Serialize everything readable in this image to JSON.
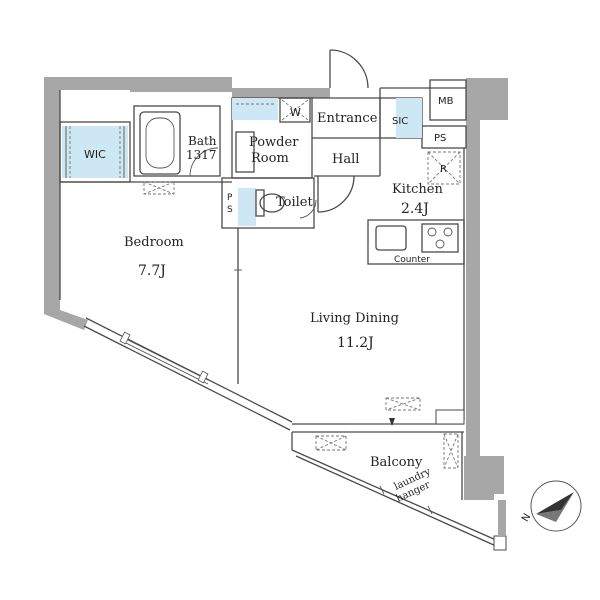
{
  "rooms": {
    "wic": "WIC",
    "bath": "Bath",
    "bath_size": "1317",
    "powder_room_1": "Powder",
    "powder_room_2": "Room",
    "washer": "W",
    "entrance": "Entrance",
    "sic": "SIC",
    "mb": "MB",
    "ps_top": "PS",
    "hall": "Hall",
    "ps_left_1": "P",
    "ps_left_2": "S",
    "toilet": "Toilet",
    "kitchen": "Kitchen",
    "kitchen_size": "2.4J",
    "refrigerator": "R",
    "counter": "Counter",
    "bedroom": "Bedroom",
    "bedroom_size": "7.7J",
    "living_dining": "Living Dining",
    "living_dining_size": "11.2J",
    "balcony": "Balcony",
    "laundry_1": "laundry",
    "laundry_2": "hanger"
  },
  "compass": {
    "north_label": "N"
  },
  "colors": {
    "wall": "#a7a7a7",
    "storage": "#cde8f4",
    "line": "#4a4a4a"
  }
}
